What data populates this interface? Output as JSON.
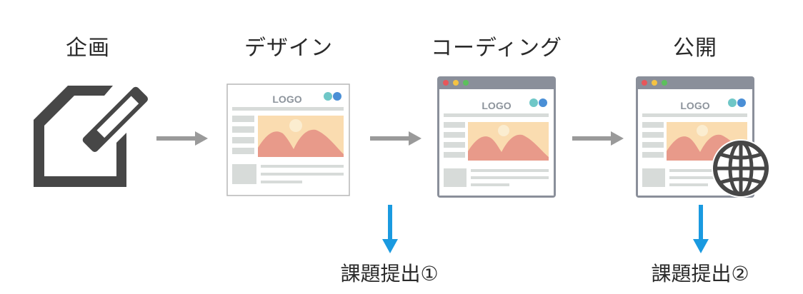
{
  "steps": [
    {
      "label": "企画",
      "icon": "edit-document-icon"
    },
    {
      "label": "デザイン",
      "icon": "design-mockup-icon"
    },
    {
      "label": "コーディング",
      "icon": "browser-window-icon"
    },
    {
      "label": "公開",
      "icon": "published-browser-globe-icon"
    }
  ],
  "mock": {
    "logo_text": "LOGO"
  },
  "tasks": [
    {
      "label": "課題提出①"
    },
    {
      "label": "課題提出②"
    }
  ],
  "colors": {
    "text": "#2a2a2a",
    "flow_arrow": "#9a9a9a",
    "task_arrow": "#1a9ae0",
    "browser_bar": "#8a8f9a",
    "hero_bg": "#fadcb0",
    "mountain": "#e89a8a",
    "sidebar": "#d7dbd9",
    "dot_red": "#e8565a",
    "dot_yellow": "#f5c342",
    "dot_green": "#5cc05c",
    "logo_dot_teal": "#6fc7c7",
    "logo_dot_blue": "#4a8fd6"
  }
}
